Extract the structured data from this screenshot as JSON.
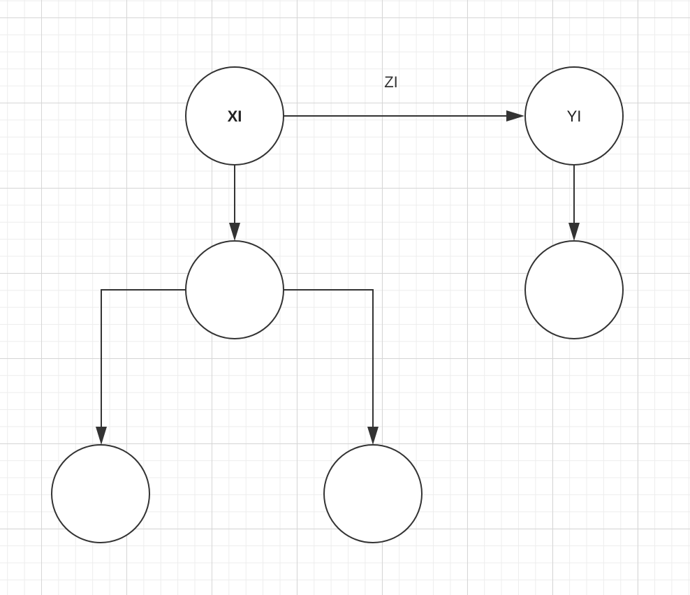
{
  "diagram": {
    "background": "grid",
    "colors": {
      "stroke": "#333333",
      "node_fill": "#ffffff",
      "grid_major": "#d6d6d6",
      "grid_minor": "#ededed"
    },
    "nodes": [
      {
        "id": "xi",
        "label": "XI",
        "bold": true
      },
      {
        "id": "yi",
        "label": "YI",
        "bold": false
      },
      {
        "id": "child",
        "label": ""
      },
      {
        "id": "yi-child",
        "label": ""
      },
      {
        "id": "left-leaf",
        "label": ""
      },
      {
        "id": "right-leaf",
        "label": ""
      }
    ],
    "edges": [
      {
        "from": "xi",
        "to": "yi",
        "label": "ZI",
        "directed": true
      },
      {
        "from": "xi",
        "to": "child",
        "label": "",
        "directed": true
      },
      {
        "from": "yi",
        "to": "yi-child",
        "label": "",
        "directed": true
      },
      {
        "from": "child",
        "to": "left-leaf",
        "label": "",
        "directed": true
      },
      {
        "from": "child",
        "to": "right-leaf",
        "label": "",
        "directed": true
      }
    ]
  }
}
